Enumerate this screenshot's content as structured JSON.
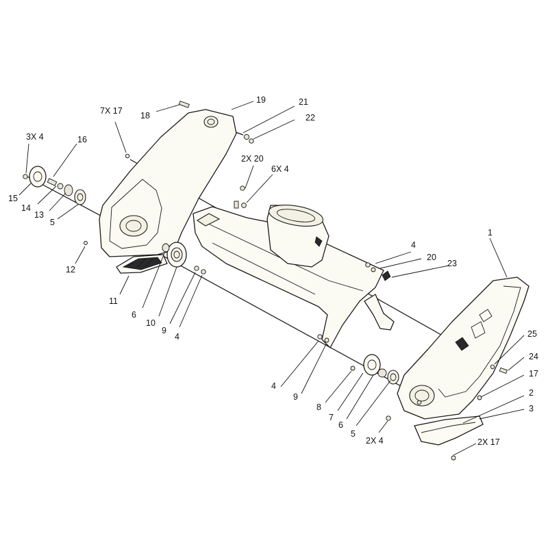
{
  "callouts": [
    "3X 4",
    "16",
    "15",
    "14",
    "13",
    "5",
    "18",
    "19",
    "7X 17",
    "21",
    "22",
    "2X 20",
    "6X 4",
    "12",
    "11",
    "6",
    "10",
    "9",
    "4",
    "1",
    "4",
    "20",
    "23",
    "25",
    "24",
    "17",
    "2",
    "3",
    "2X 17",
    "2X 4",
    "5",
    "6",
    "7",
    "8",
    "9",
    "4"
  ]
}
